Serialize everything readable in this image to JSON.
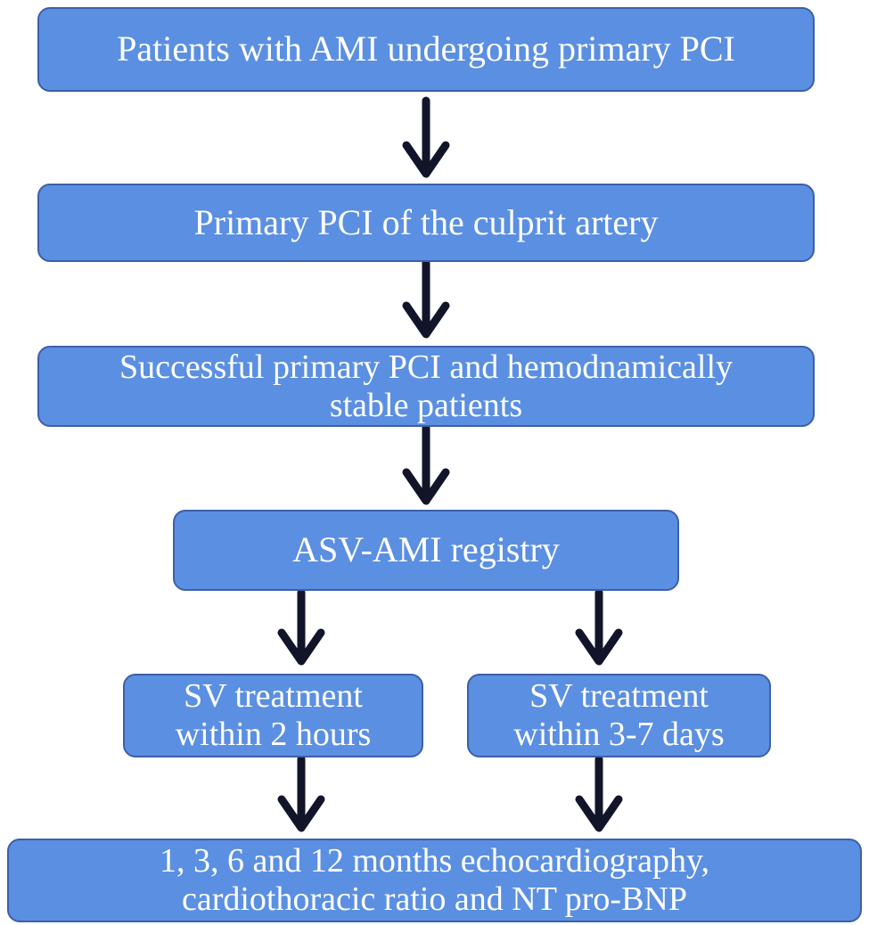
{
  "diagram": {
    "type": "flowchart",
    "colors": {
      "box_fill": "#5b8fe2",
      "box_border": "#3d5fa8",
      "box_text": "#ffffff",
      "arrow": "#12152a"
    },
    "nodes": {
      "patients": {
        "line1": "Patients with AMI undergoing primary PCI"
      },
      "primary_pci": {
        "line1": "Primary PCI of the culprit artery"
      },
      "successful": {
        "line1": "Successful primary PCI and hemodnamically",
        "line2": "stable patients"
      },
      "registry": {
        "line1": "ASV-AMI registry"
      },
      "early": {
        "line1": "SV treatment",
        "line2": "within 2 hours"
      },
      "late": {
        "line1": "SV treatment",
        "line2": "within 3-7 days"
      },
      "followup": {
        "line1": "1, 3, 6 and 12 months echocardiography,",
        "line2": "cardiothoracic ratio and NT pro-BNP"
      }
    },
    "edges": [
      {
        "from": "patients",
        "to": "primary_pci"
      },
      {
        "from": "primary_pci",
        "to": "successful"
      },
      {
        "from": "successful",
        "to": "registry"
      },
      {
        "from": "registry",
        "to": "early"
      },
      {
        "from": "registry",
        "to": "late"
      },
      {
        "from": "early",
        "to": "followup"
      },
      {
        "from": "late",
        "to": "followup"
      }
    ]
  }
}
